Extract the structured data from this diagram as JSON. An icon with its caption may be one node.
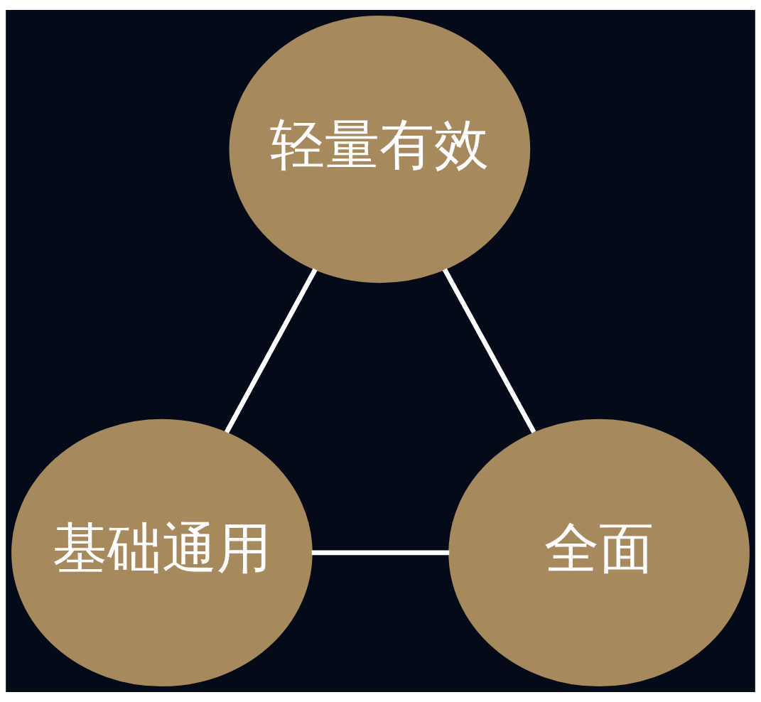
{
  "diagram": {
    "nodes": [
      {
        "text": [
          "轻量有效"
        ]
      },
      {
        "text": [
          "基础通用"
        ]
      },
      {
        "text": [
          "全面"
        ]
      }
    ],
    "edges": [
      {
        "from": 0,
        "to": 1,
        "arrow": "none"
      },
      {
        "from": 0,
        "to": 2,
        "arrow": "none"
      },
      {
        "from": 1,
        "to": 2,
        "arrow": "none"
      }
    ]
  }
}
